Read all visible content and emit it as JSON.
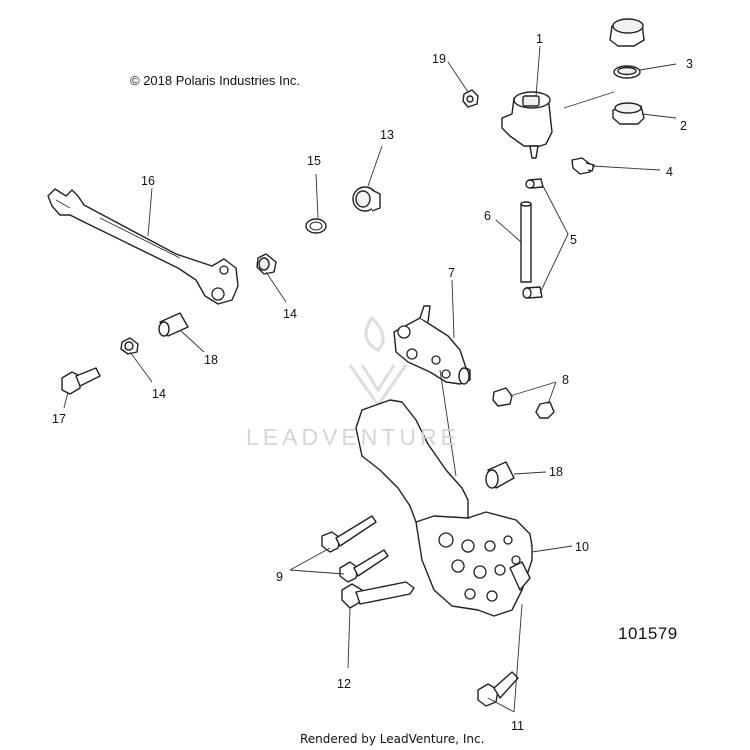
{
  "copyright": "© 2018 Polaris Industries Inc.",
  "figure_number": "101579",
  "rendered_by": "Rendered by LeadVenture, Inc.",
  "watermark": "LEADVENTURE",
  "callouts": {
    "c1": "1",
    "c2": "2",
    "c3": "3",
    "c4": "4",
    "c5": "5",
    "c6": "6",
    "c7": "7",
    "c8": "8",
    "c9": "9",
    "c10": "10",
    "c11": "11",
    "c12": "12",
    "c13": "13",
    "c14a": "14",
    "c14b": "14",
    "c15": "15",
    "c16": "16",
    "c17": "17",
    "c18a": "18",
    "c18b": "18",
    "c19": "19"
  },
  "colors": {
    "line": "#222222",
    "watermark": "#d5d5d5"
  }
}
